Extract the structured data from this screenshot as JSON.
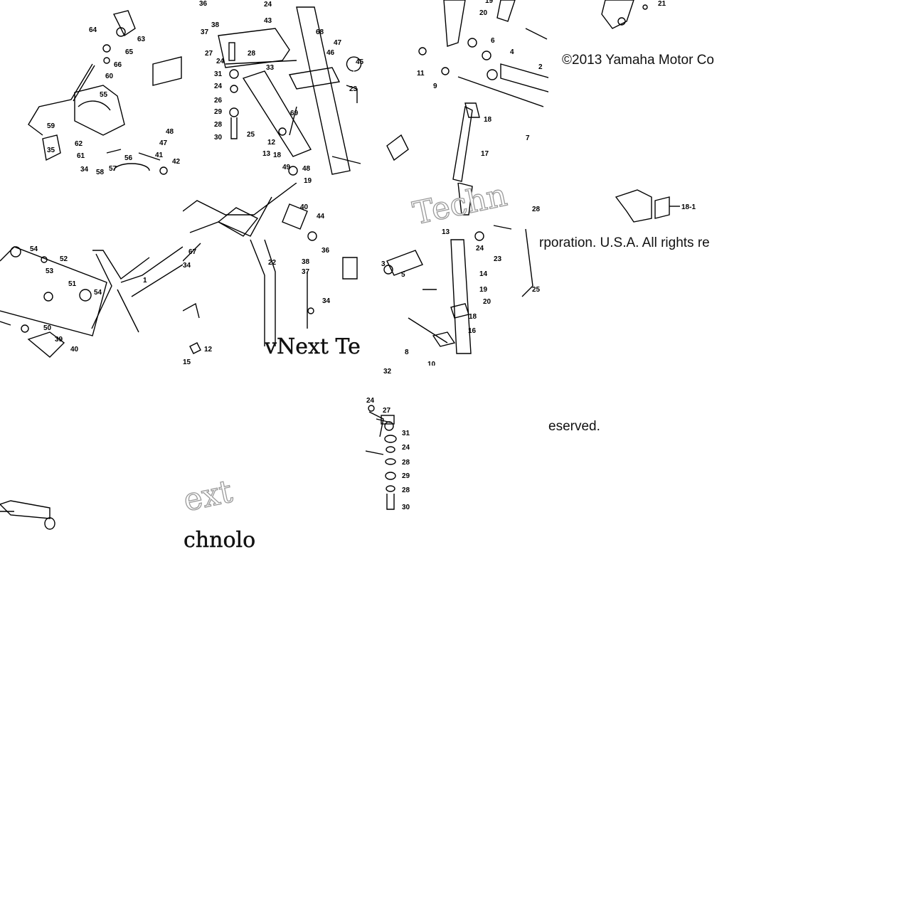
{
  "copyright": {
    "part1": "©2013 Yamaha Motor Co",
    "part2": "rporation. U.S.A. All rights re",
    "part3": "eserved."
  },
  "watermarks": {
    "w1": "Techn",
    "w2": "vNext Te",
    "w3": "ext",
    "w4": "chnolo"
  },
  "labels": {
    "t1": [
      "64",
      "63",
      "65",
      "66",
      "60",
      "55",
      "59",
      "62",
      "61",
      "57",
      "56",
      "35",
      "34",
      "58",
      "48",
      "47",
      "41",
      "42"
    ],
    "t2": [
      "36",
      "38",
      "37",
      "27",
      "24",
      "28",
      "31",
      "24",
      "26",
      "29",
      "28",
      "30",
      "24",
      "43",
      "68",
      "46",
      "47",
      "45",
      "33",
      "25",
      "23",
      "69",
      "12",
      "13",
      "18",
      "48",
      "49",
      "19"
    ],
    "t3": [
      "19",
      "20",
      "6",
      "4",
      "11",
      "9",
      "2",
      "18",
      "17",
      "7"
    ],
    "t4": [
      "21"
    ],
    "t5": [
      "54",
      "52",
      "53",
      "51",
      "54",
      "1",
      "50",
      "39",
      "40"
    ],
    "t6": [
      "67",
      "34",
      "22",
      "40",
      "44",
      "36",
      "38",
      "37",
      "34",
      "12",
      "15"
    ],
    "t7": [
      "13",
      "3",
      "5",
      "24",
      "23",
      "14",
      "19",
      "20",
      "18",
      "16",
      "8",
      "10",
      "28",
      "25"
    ],
    "t8": [
      "18-1"
    ],
    "t9": [
      "24",
      "27",
      "31",
      "24",
      "28",
      "29",
      "28",
      "30",
      "32"
    ]
  },
  "colors": {
    "line": "#000000",
    "watermark_outline": "#9a9a9a",
    "background": "#ffffff"
  }
}
